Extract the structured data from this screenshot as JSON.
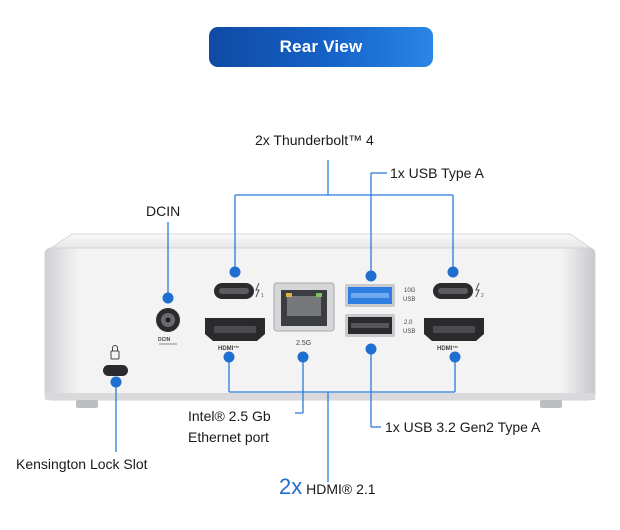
{
  "title": "Rear View",
  "labels": {
    "thunderbolt": "2x Thunderbolt™ 4",
    "usb_type_a": "1x  USB Type A",
    "dcin": "DCIN",
    "ethernet_line1": "Intel® 2.5 Gb",
    "ethernet_line2": "Ethernet port",
    "usb32": "1x USB 3.2 Gen2 Type A",
    "kensington": "Kensington Lock Slot",
    "hdmi_count": "2x",
    "hdmi_text": "HDMI® 2.1"
  },
  "device_markings": {
    "dcin": "DCIN",
    "eth_speed": "2.5G",
    "usb_top_speed": "10G",
    "usb_top_type": "USB",
    "usb_bottom_speed": "2.0",
    "usb_bottom_type": "USB",
    "hdmi_left": "HDMI™",
    "hdmi_right": "HDMI™",
    "tb_left_num": "1",
    "tb_right_num": "2"
  },
  "colors": {
    "accent": "#1f6fd0",
    "leader_line": "#2a7be0",
    "usb_blue": "#2f7fe3",
    "chassis": "#eeeeef"
  }
}
